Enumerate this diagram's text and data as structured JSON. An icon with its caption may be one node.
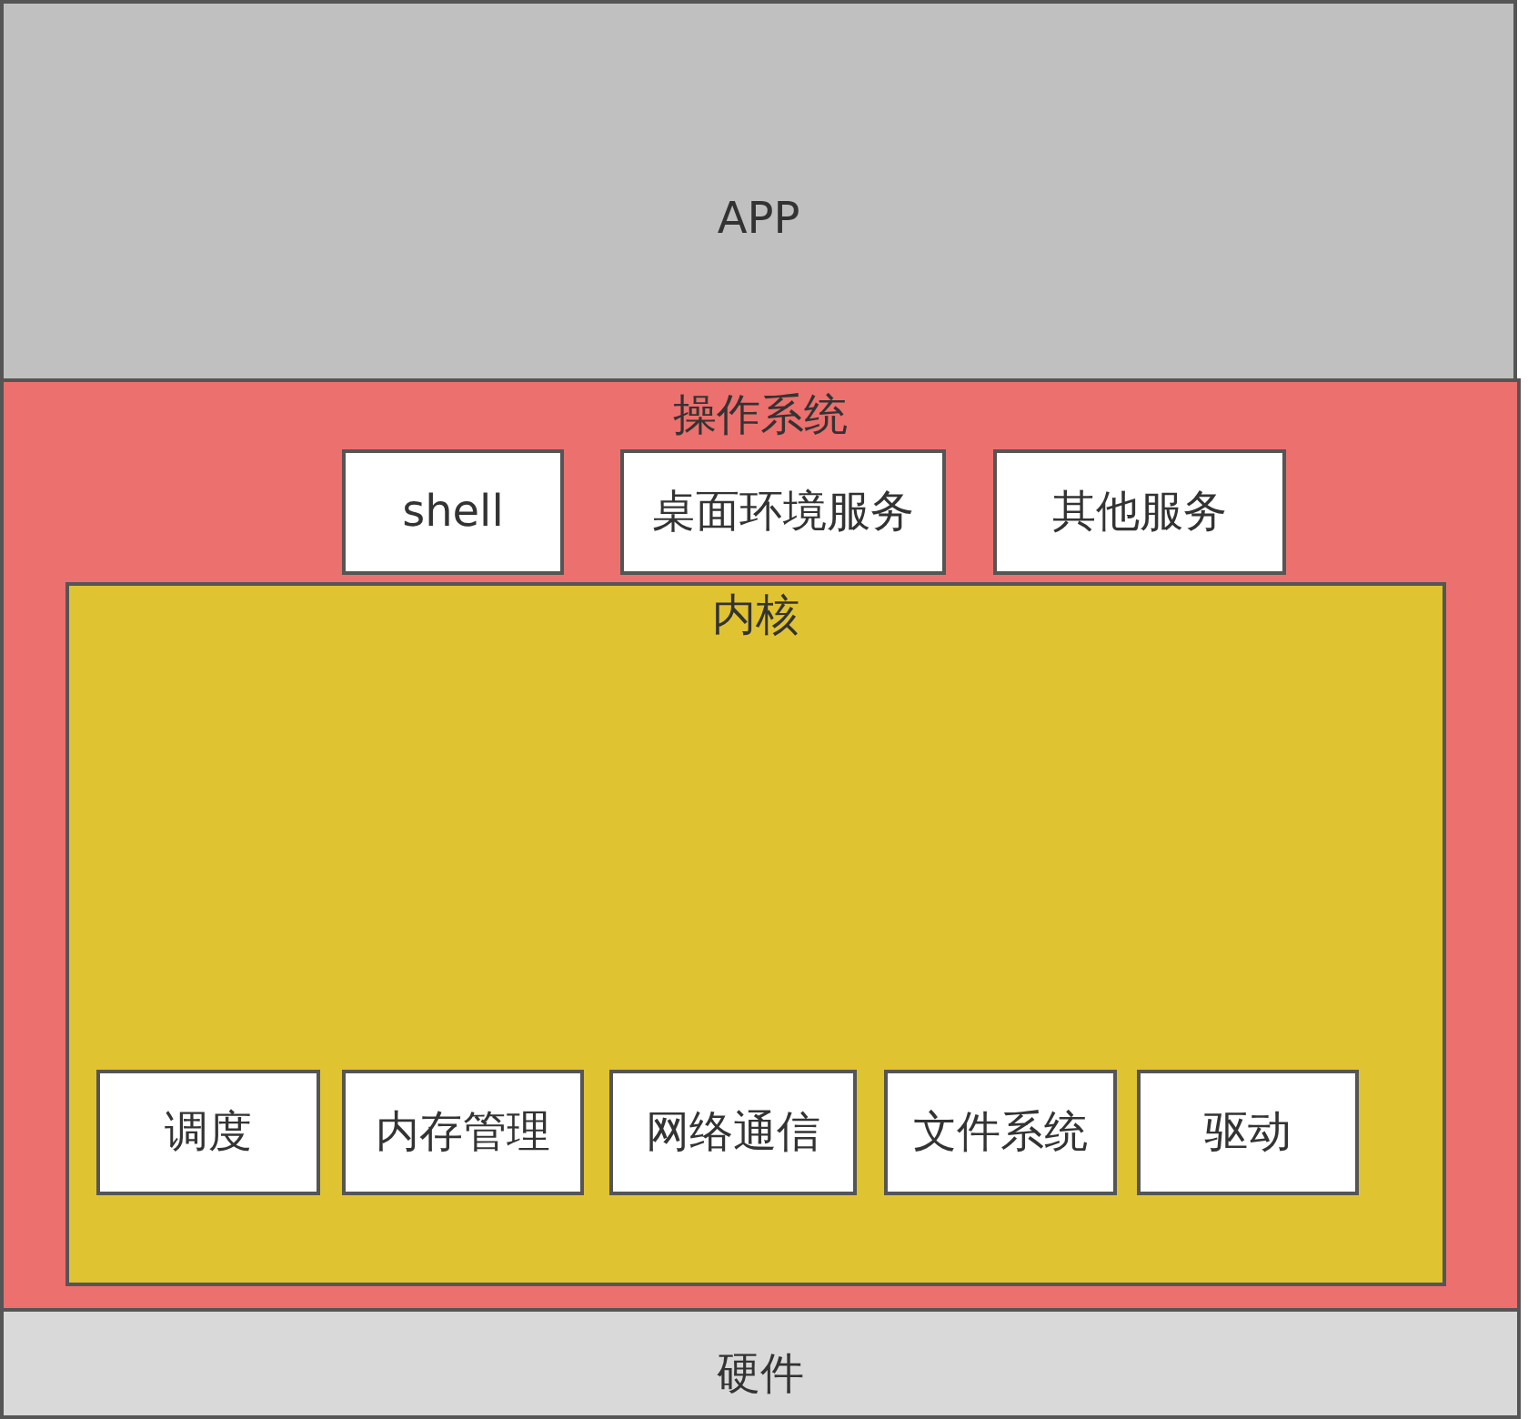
{
  "diagram": {
    "nodes": [
      {
        "text": [
          "APP"
        ]
      },
      {
        "text": [
          "操作系统"
        ]
      },
      {
        "text": [
          "shell"
        ],
        "in": 1
      },
      {
        "text": [
          "桌面环境服务"
        ],
        "in": 1
      },
      {
        "text": [
          "其他服务"
        ],
        "in": 1
      },
      {
        "text": [
          "内核"
        ],
        "in": 1
      },
      {
        "text": [
          "调度"
        ],
        "in": 5
      },
      {
        "text": [
          "内存管理"
        ],
        "in": 5
      },
      {
        "text": [
          "网络通信"
        ],
        "in": 5
      },
      {
        "text": [
          "文件系统"
        ],
        "in": 5
      },
      {
        "text": [
          "驱动"
        ],
        "in": 5
      },
      {
        "text": [
          "硬件"
        ]
      }
    ]
  }
}
